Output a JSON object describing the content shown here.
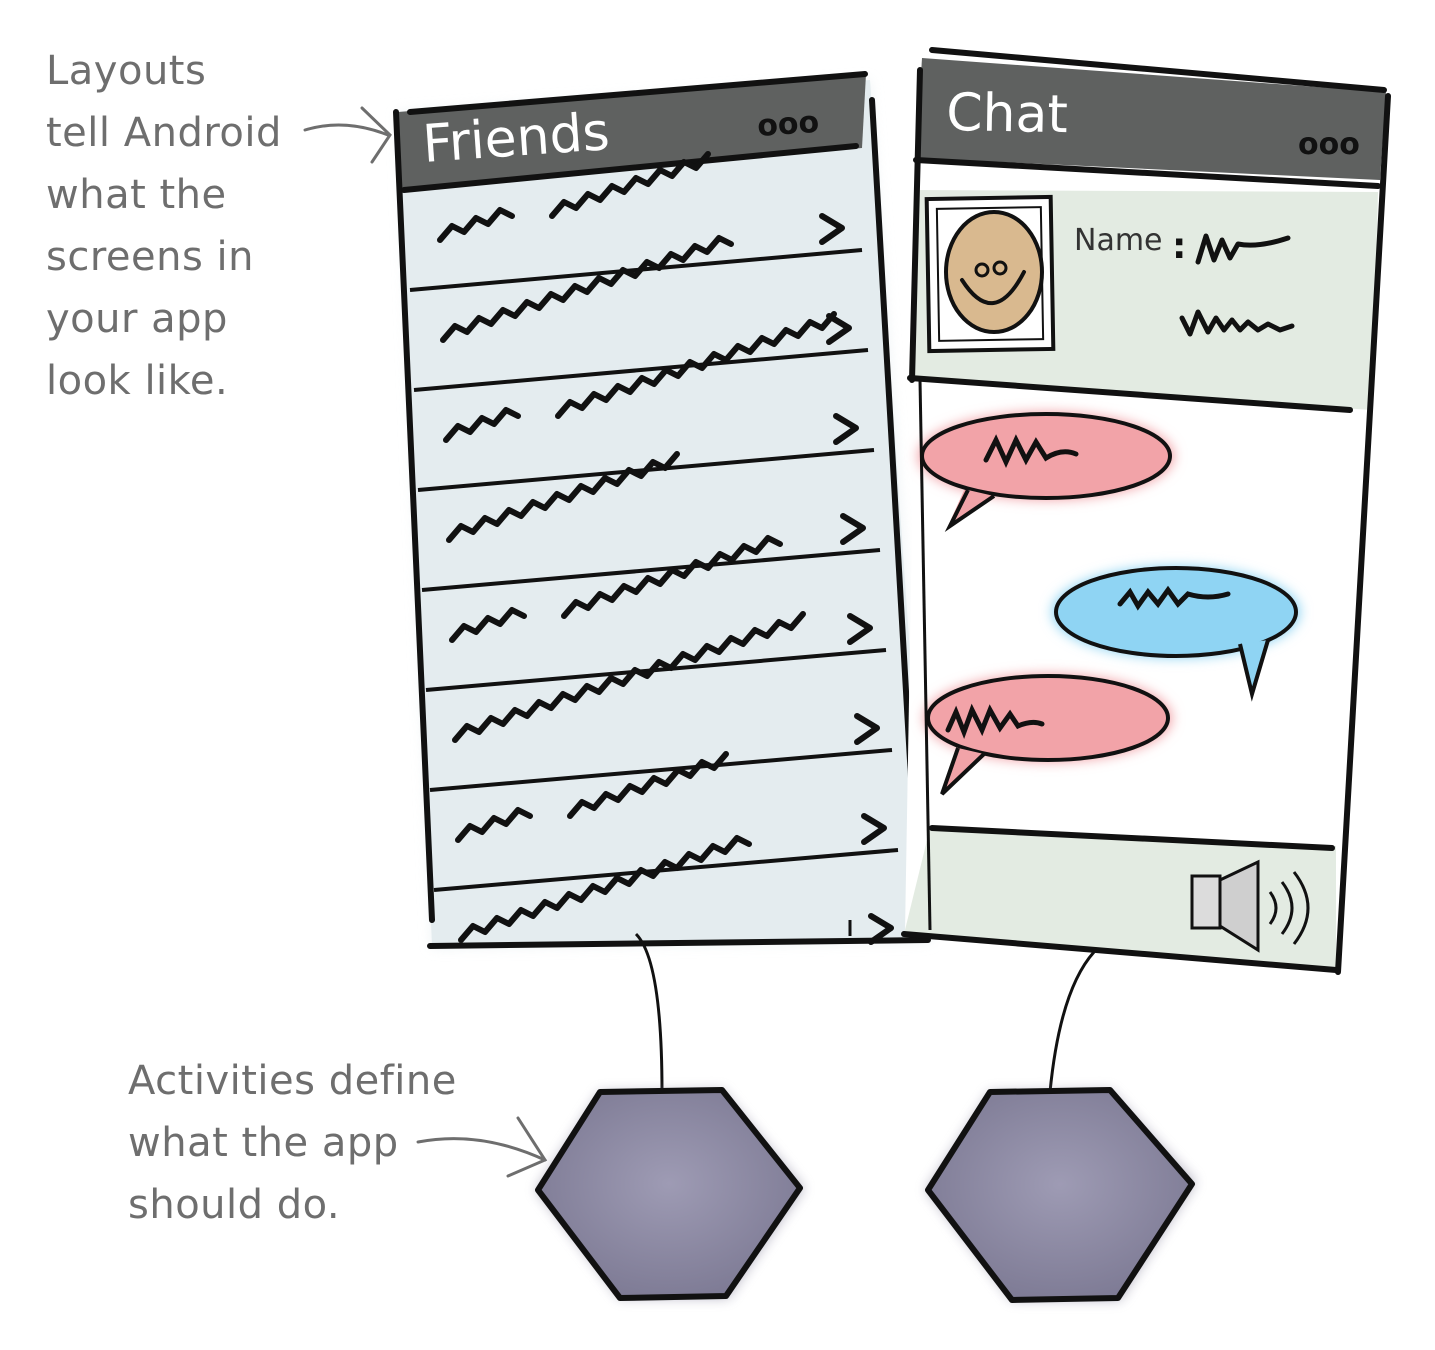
{
  "annotations": {
    "layouts_lines": [
      "Layouts",
      "tell Android",
      "what the",
      "screens in",
      "your app",
      "look like."
    ],
    "activities_lines": [
      "Activities define",
      "what the app",
      "should do."
    ]
  },
  "friends_screen": {
    "title": "Friends",
    "menu_glyph": "ooo",
    "row_count": 8
  },
  "chat_screen": {
    "title": "Chat",
    "menu_glyph": "ooo",
    "name_label": "Name",
    "name_colon": ":"
  },
  "colors": {
    "title_bar": "#5f6160",
    "friends_bg": "#e4ecef",
    "chat_profile_bg": "#e3ebe2",
    "chat_footer_bg": "#e3ebe2",
    "bubble_red": "#f2a3a8",
    "bubble_blue": "#8fd4f3",
    "hexagon": "#8d8aa3",
    "annotation_text": "#6e6e6e"
  }
}
